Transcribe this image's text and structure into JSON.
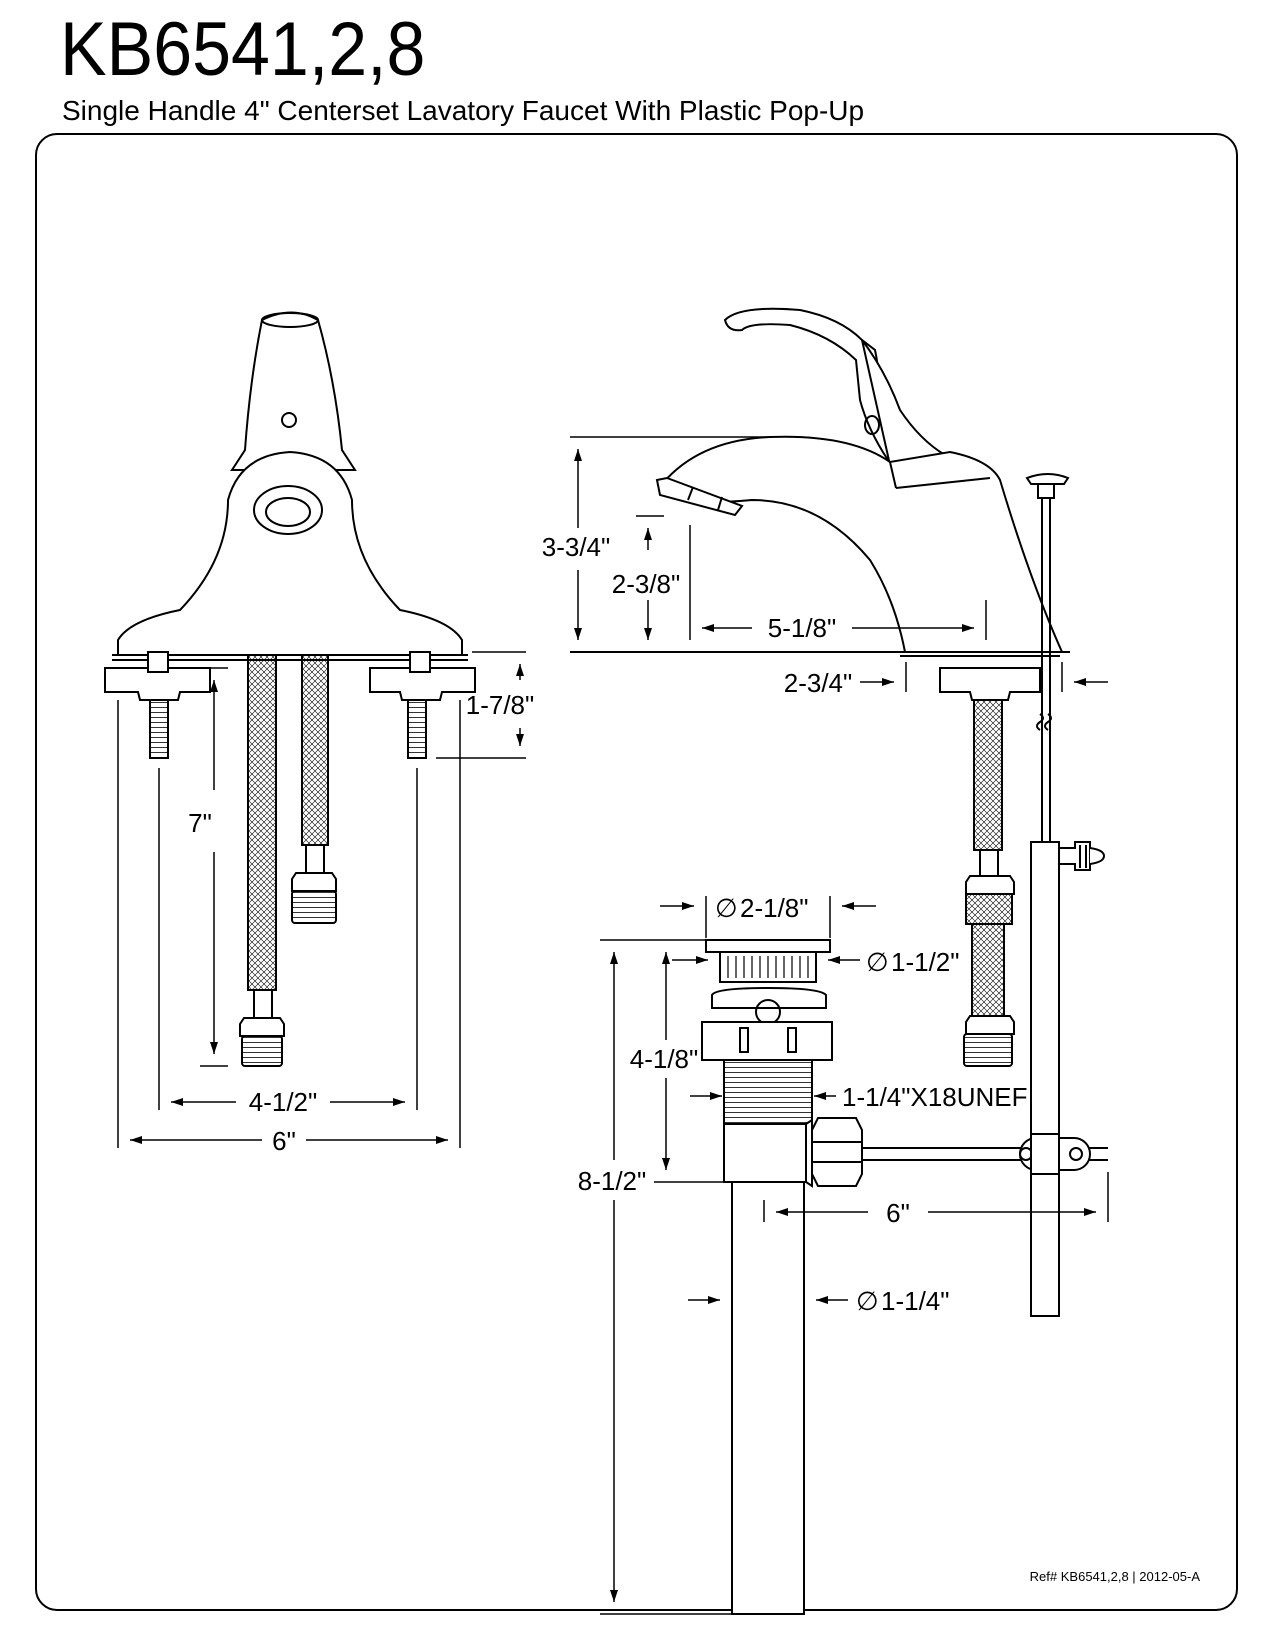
{
  "header": {
    "model": "KB6541,2,8",
    "description": "Single Handle 4\" Centerset Lavatory Faucet With Plastic Pop-Up"
  },
  "dimensions": {
    "front_height": "7\"",
    "front_shank": "1-7/8\"",
    "front_center": "4-1/2\"",
    "front_width": "6\"",
    "side_height": "3-3/4\"",
    "spout_height": "2-3/8\"",
    "spout_reach": "5-1/8\"",
    "base_depth": "2-3/4\"",
    "flange_dia": "2-1/8\"",
    "drain_top_dia": "1-1/2\"",
    "drain_height": "4-1/8\"",
    "drain_thread": "1-1/4\"X18UNEF",
    "drain_total": "8-1/2\"",
    "rod_length": "6\"",
    "tail_dia": "1-1/4\""
  },
  "symbols": {
    "diameter": "∅"
  },
  "footer": {
    "ref": "Ref# KB6541,2,8 | 2012-05-A"
  },
  "colors": {
    "line": "#000000",
    "background": "#ffffff"
  }
}
